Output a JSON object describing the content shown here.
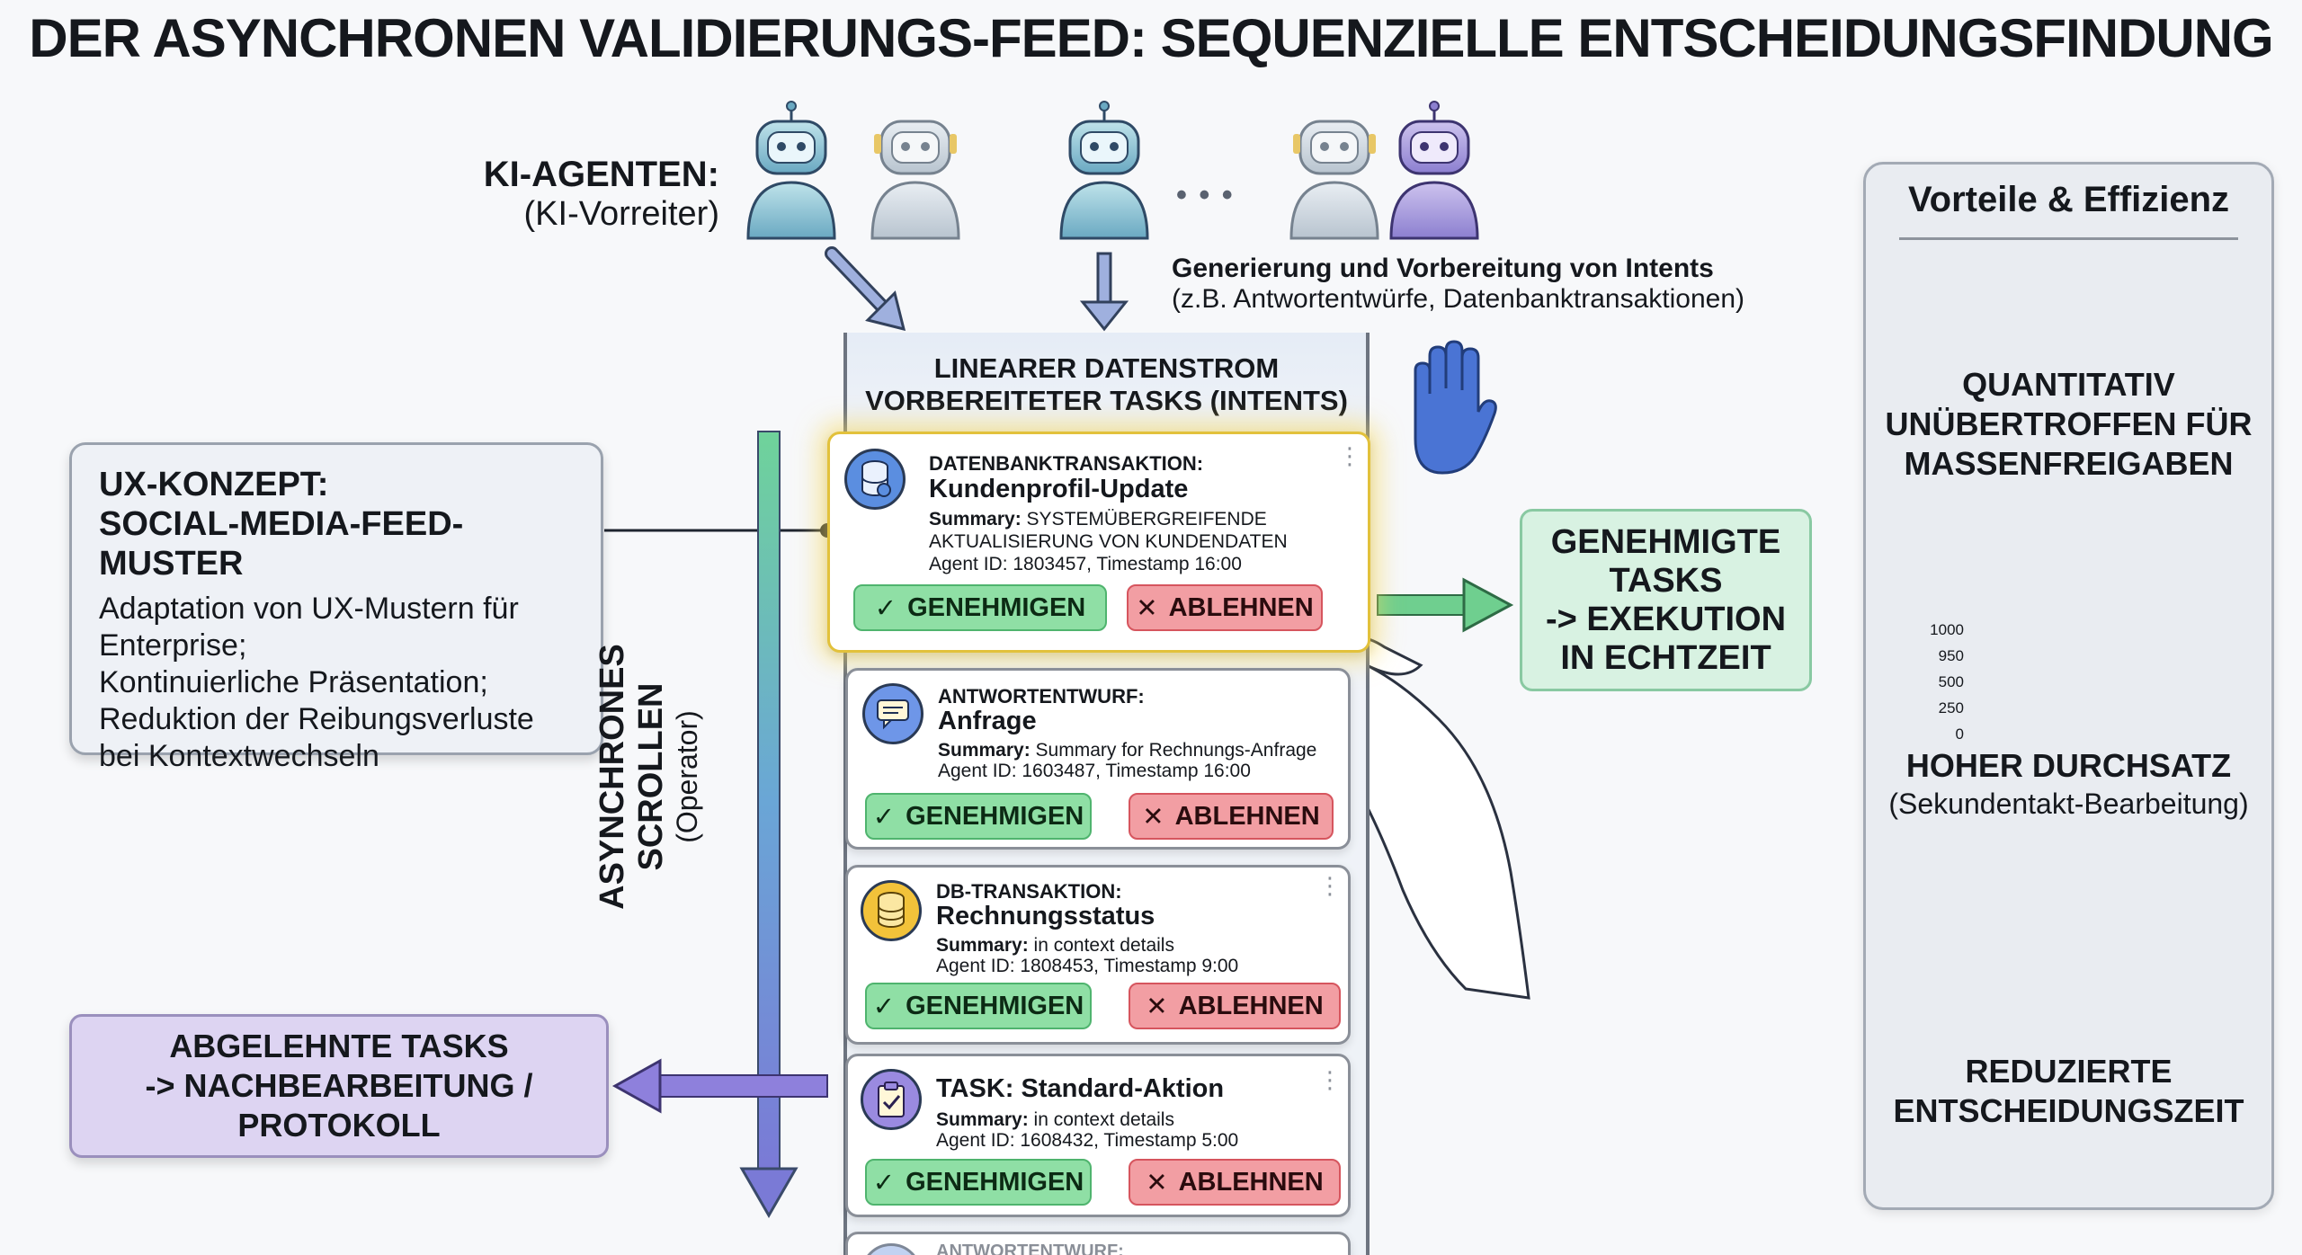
{
  "title": "DER ASYNCHRONEN VALIDIERUNGS-FEED: SEQUENZIELLE ENTSCHEIDUNGSFINDUNG",
  "agents": {
    "label": "KI-AGENTEN:",
    "sublabel": "(KI-Vorreiter)",
    "ellipsis": "• • •",
    "caption_title": "Generierung und Vorbereitung von Intents",
    "caption_sub": "(z.B. Antwortentwürfe, Datenbanktransaktionen)"
  },
  "stream": {
    "title_line1": "LINEARER DATENSTROM",
    "title_line2": "VORBEREITETER TASKS (INTENTS)"
  },
  "buttons": {
    "approve": "GENEHMIGEN",
    "reject": "ABLEHNEN"
  },
  "cards": [
    {
      "type": "DATENBANKTRANSAKTION:",
      "title": "Kundenprofil-Update",
      "summary_label": "Summary:",
      "summary": "SYSTEMÜBERGREIFENDE AKTUALISIERUNG VON KUNDENDATEN",
      "agent": "Agent ID: 1803457, Timestamp 16:00",
      "icon": "database-icon"
    },
    {
      "type": "ANTWORTENTWURF:",
      "title": "Anfrage",
      "summary_label": "Summary:",
      "summary": "Summary for Rechnungs-Anfrage",
      "agent": "Agent ID: 1603487, Timestamp 16:00",
      "icon": "chat-bubble-icon"
    },
    {
      "type": "DB-TRANSAKTION:",
      "title": "Rechnungsstatus",
      "summary_label": "Summary:",
      "summary": "in context details",
      "agent": "Agent ID: 1808453, Timestamp 9:00",
      "icon": "database-icon"
    },
    {
      "type": "TASK:",
      "title": "Standard-Aktion",
      "summary_label": "Summary:",
      "summary": "in context details",
      "agent": "Agent ID: 1608432, Timestamp 5:00",
      "icon": "clipboard-icon"
    },
    {
      "type": "ANTWORTENTWURF:"
    }
  ],
  "ux": {
    "title_line1": "UX-KONZEPT:",
    "title_line2": "SOCIAL-MEDIA-FEED-MUSTER",
    "body": [
      "Adaptation von UX-Mustern für",
      "Enterprise;",
      "Kontinuierliche Präsentation;",
      "Reduktion der Reibungsverluste",
      "bei Kontextwechseln"
    ]
  },
  "scroll": {
    "label": "ASYNCHRONES SCROLLEN",
    "sublabel": "(Operator)"
  },
  "rejected": {
    "line1": "ABGELEHNTE TASKS",
    "line2": "-> NACHBEARBEITUNG /",
    "line3": "PROTOKOLL"
  },
  "approved": {
    "line1": "GENEHMIGTE",
    "line2": "TASKS",
    "line3": "-> EXEKUTION",
    "line4": "IN ECHTZEIT"
  },
  "panel": {
    "title": "Vorteile & Effizienz",
    "b1_line1": "QUANTITATIV",
    "b1_line2": "UNÜBERTROFFEN FÜR",
    "b1_line3": "MASSENFREIGABEN",
    "b2_title": "HOHER DURCHSATZ",
    "b2_sub": "(Sekundentakt-Bearbeitung)",
    "b2_ticks": [
      "1000",
      "950",
      "500",
      "250",
      "0"
    ],
    "b3_line1": "REDUZIERTE",
    "b3_line2": "ENTSCHEIDUNGSZEIT"
  },
  "colors": {
    "approve": "#8fdfa5",
    "reject": "#f29ea3",
    "highlight": "#f5d75a",
    "rejected_box": "#ddd4f2",
    "approved_box": "#d8f2e2",
    "arrow_blue": "#7a8fd6",
    "arrow_green": "#6fcf8f"
  }
}
